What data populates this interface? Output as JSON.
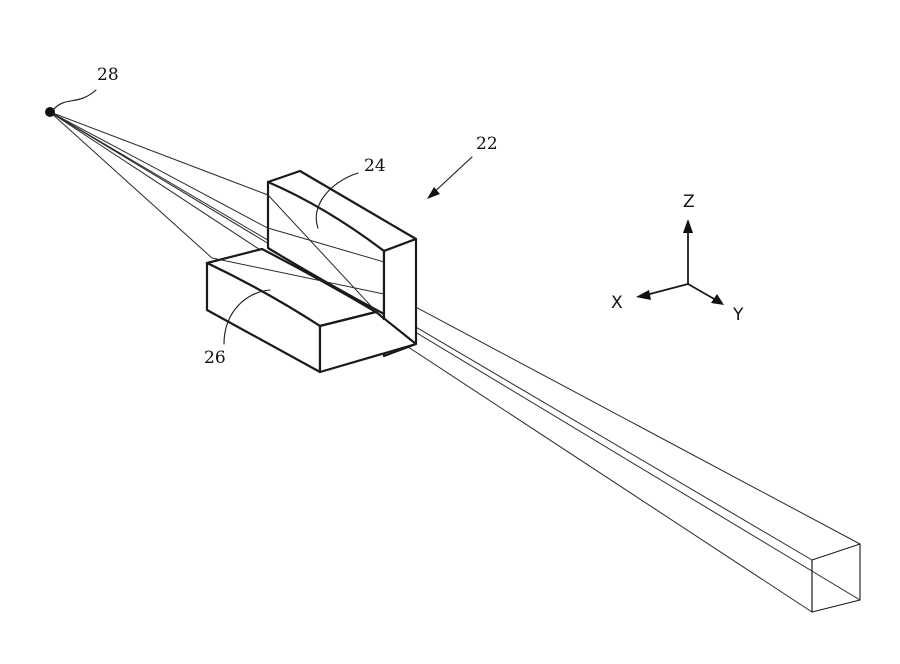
{
  "labels": {
    "source": "28",
    "assembly": "22",
    "upper_lens": "24",
    "lower_lens": "26"
  },
  "axes": {
    "z": "Z",
    "x": "X",
    "y": "Y"
  },
  "colors": {
    "ink": "#1a1a1a",
    "background": "#ffffff"
  }
}
